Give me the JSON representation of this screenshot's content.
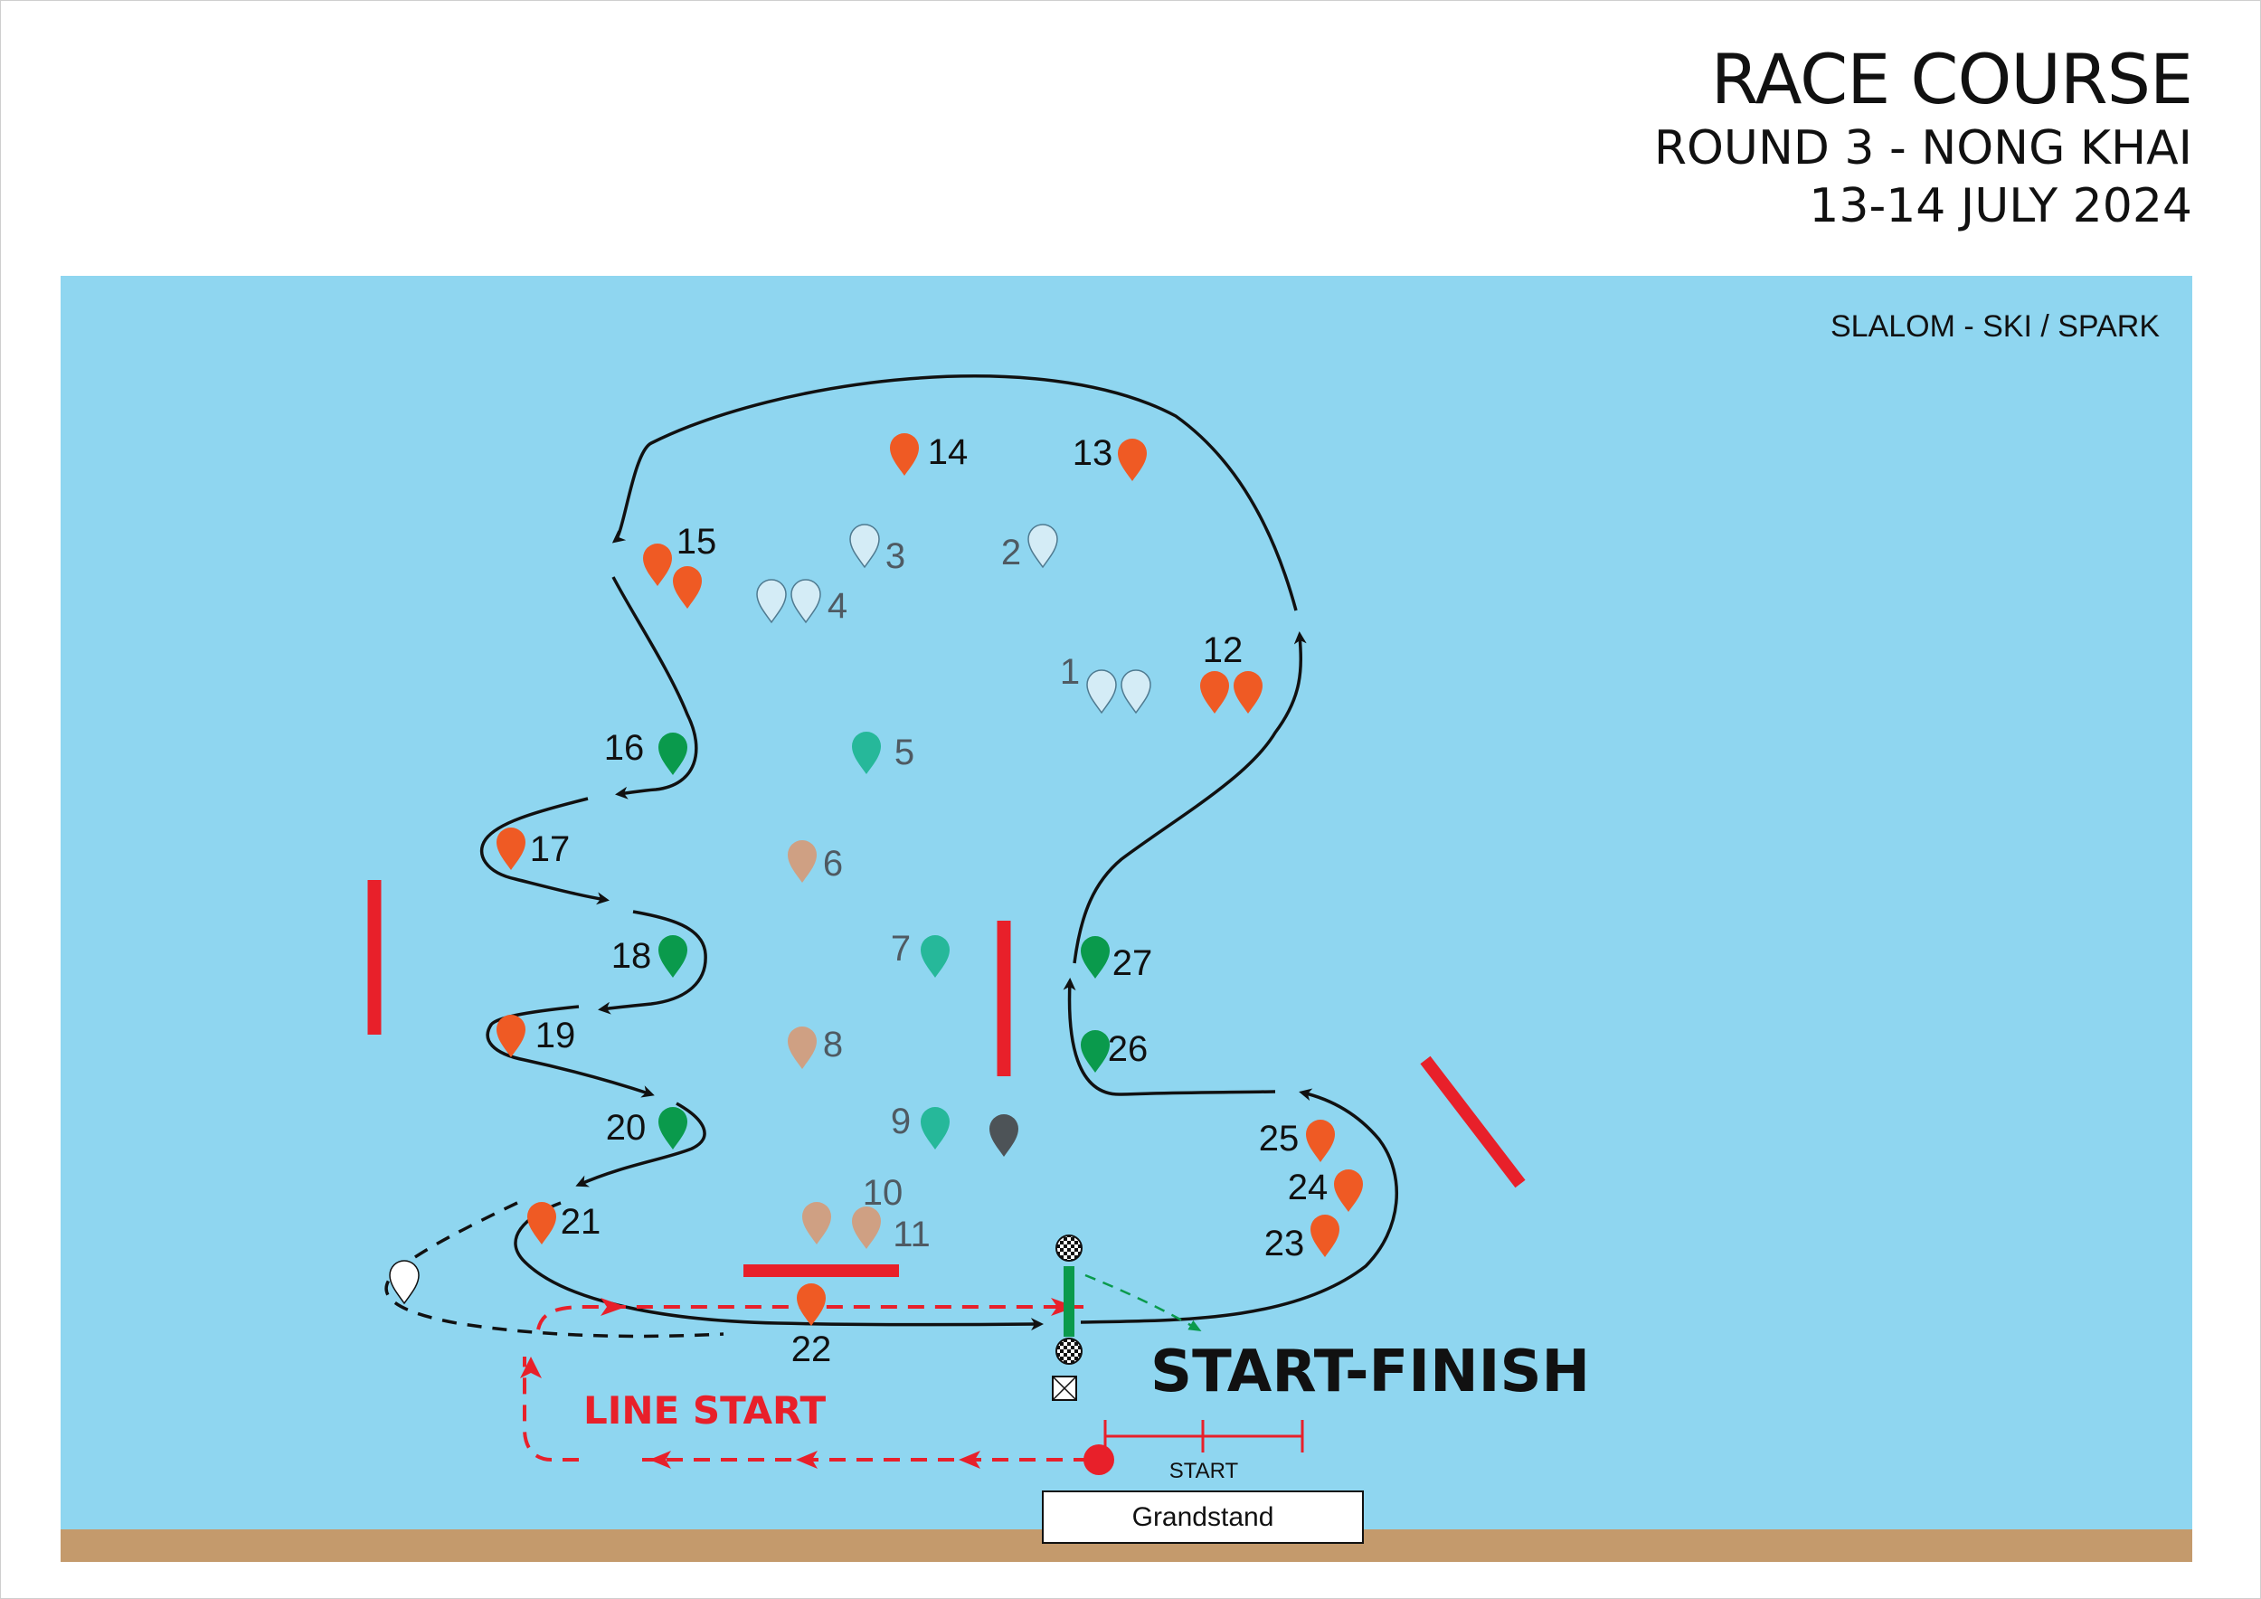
{
  "header": {
    "title": "RACE COURSE",
    "round": "ROUND 3 - NONG KHAI",
    "dates": "13-14 JULY 2024"
  },
  "map": {
    "class_label": "SLALOM - SKI / SPARK",
    "start_finish_label": "START-FINISH",
    "line_start_label": "LINE START",
    "start_label": "START",
    "grandstand_label": "Grandstand",
    "colors": {
      "water": "#8fd6f0",
      "shore": "#c49a6c",
      "orange_buoy": "#ef5a24",
      "green_buoy": "#0a9a4c",
      "teal_buoy": "#26b89a",
      "tan_buoy": "#cfa083",
      "light_buoy": "#d4ecf6",
      "dark_buoy": "#4d5357",
      "barrier_red": "#e8202a",
      "line_start_red": "#e8202a"
    },
    "buoys": [
      {
        "label": "1",
        "color": "light"
      },
      {
        "label": "2",
        "color": "light"
      },
      {
        "label": "3",
        "color": "light"
      },
      {
        "label": "4",
        "color": "light"
      },
      {
        "label": "5",
        "color": "teal"
      },
      {
        "label": "6",
        "color": "tan"
      },
      {
        "label": "7",
        "color": "teal"
      },
      {
        "label": "8",
        "color": "tan"
      },
      {
        "label": "9",
        "color": "teal"
      },
      {
        "label": "10",
        "color": "tan"
      },
      {
        "label": "11",
        "color": "tan"
      },
      {
        "label": "12",
        "color": "orange"
      },
      {
        "label": "13",
        "color": "orange"
      },
      {
        "label": "14",
        "color": "orange"
      },
      {
        "label": "15",
        "color": "orange"
      },
      {
        "label": "16",
        "color": "green"
      },
      {
        "label": "17",
        "color": "orange"
      },
      {
        "label": "18",
        "color": "green"
      },
      {
        "label": "19",
        "color": "orange"
      },
      {
        "label": "20",
        "color": "green"
      },
      {
        "label": "21",
        "color": "orange"
      },
      {
        "label": "22",
        "color": "orange"
      },
      {
        "label": "23",
        "color": "orange"
      },
      {
        "label": "24",
        "color": "orange"
      },
      {
        "label": "25",
        "color": "orange"
      },
      {
        "label": "26",
        "color": "green"
      },
      {
        "label": "27",
        "color": "green"
      }
    ]
  }
}
